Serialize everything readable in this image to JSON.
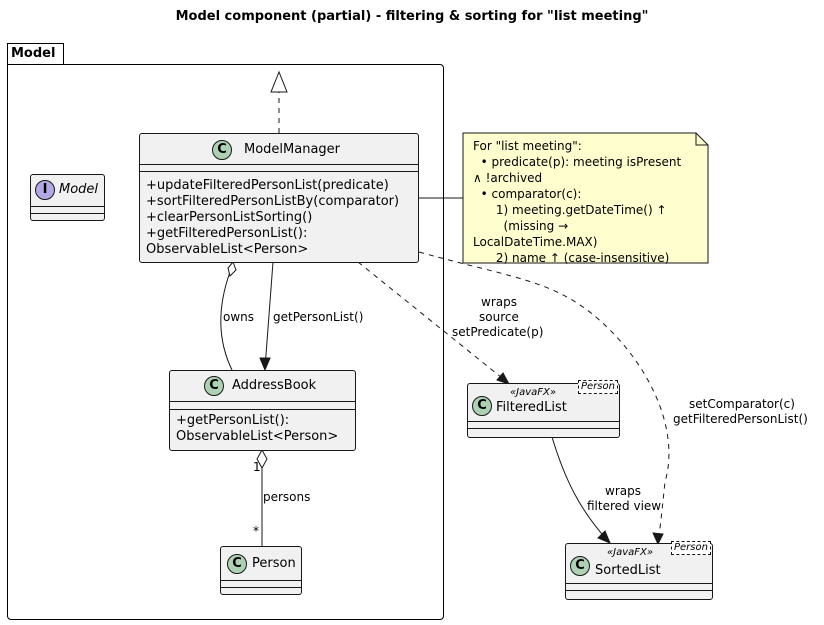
{
  "title": "Model component (partial) - filtering & sorting for \"list meeting\"",
  "package": {
    "name": "Model"
  },
  "classes": {
    "model": {
      "name": "Model",
      "kind": "I"
    },
    "model_manager": {
      "name": "ModelManager",
      "kind": "C",
      "methods": [
        "+updateFilteredPersonList(predicate)",
        "+sortFilteredPersonListBy(comparator)",
        "+clearPersonListSorting()",
        "+getFilteredPersonList():",
        "ObservableList<Person>"
      ]
    },
    "address_book": {
      "name": "AddressBook",
      "kind": "C",
      "methods": [
        "+getPersonList():",
        "ObservableList<Person>"
      ]
    },
    "person": {
      "name": "Person",
      "kind": "C"
    },
    "filtered_list": {
      "name": "FilteredList",
      "kind": "C",
      "stereotype": "«JavaFX»",
      "generic": "Person"
    },
    "sorted_list": {
      "name": "SortedList",
      "kind": "C",
      "stereotype": "«JavaFX»",
      "generic": "Person"
    }
  },
  "note": {
    "text": "For \"list meeting\":\n  • predicate(p): meeting isPresent\n∧ !archived\n  • comparator(c):\n      1) meeting.getDateTime() ↑\n        (missing →\nLocalDateTime.MAX)\n      2) name ↑ (case-insensitive)"
  },
  "edges": {
    "owns": "owns",
    "get_person_list": "getPersonList()",
    "persons": "persons",
    "mult_one": "1",
    "mult_many": "*",
    "wraps_source_1": "wraps",
    "wraps_source_2": "source",
    "wraps_source_3": "setPredicate(p)",
    "set_comparator_1": "setComparator(c)",
    "set_comparator_2": "getFilteredPersonList()",
    "wraps_filtered_1": "wraps",
    "wraps_filtered_2": "filtered view"
  },
  "colors": {
    "class_bg": "#f1f1f1",
    "class_badge": "#add1b2",
    "interface_badge": "#b4a7e5",
    "note_bg": "#fefece",
    "line": "#181818"
  }
}
